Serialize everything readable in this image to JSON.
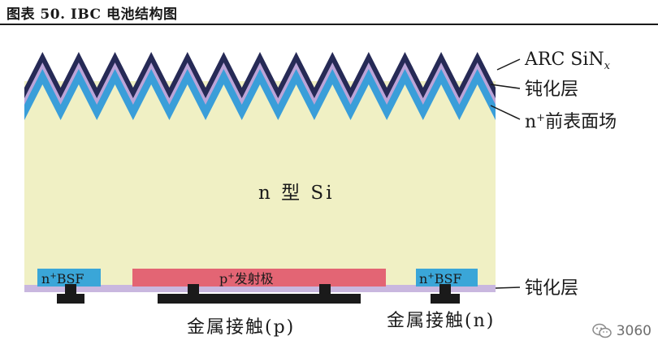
{
  "header": {
    "title": "图表 50. IBC 电池结构图"
  },
  "diagram": {
    "body_label": "n 型 Si",
    "right_labels": {
      "arc": "ARC SiN",
      "arc_sub": "x",
      "passivation_top": "钝化层",
      "front_field": "前表面场",
      "front_field_prefix": "n",
      "front_field_sup": "+",
      "passivation_bottom": "钝化层"
    },
    "rear_regions": {
      "bsf_left": {
        "prefix": "n",
        "sup": "+",
        "text": "BSF"
      },
      "emitter": {
        "prefix": "p",
        "sup": "+",
        "text": "发射极"
      },
      "bsf_right": {
        "prefix": "n",
        "sup": "+",
        "text": "BSF"
      }
    },
    "contacts": {
      "p": "金属接触(p)",
      "n": "金属接触(n)"
    },
    "colors": {
      "body": "#f0f0c4",
      "arc": "#262a56",
      "passivation": "#bba4d8",
      "front_field": "#3a9ed9",
      "bsf": "#3aa6d8",
      "emitter": "#e36574",
      "rear_passivation": "#c9b7df",
      "contact": "#1a1a1a"
    }
  },
  "watermark": {
    "text": "3060",
    "icon": "wechat-icon"
  }
}
